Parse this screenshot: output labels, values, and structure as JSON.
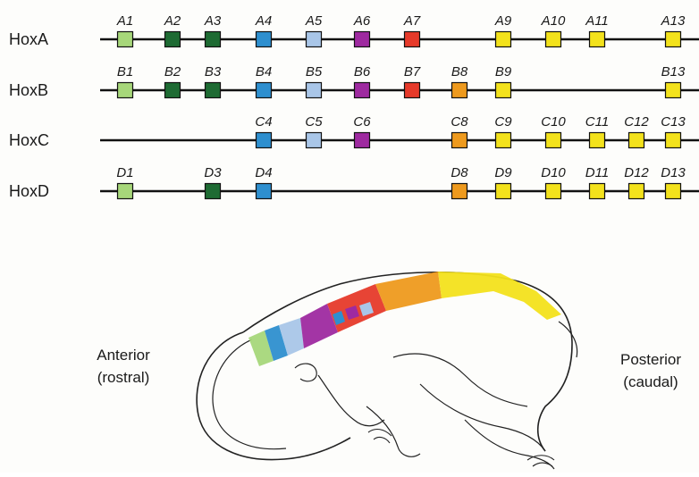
{
  "colors": {
    "labial_light_green": "#a7d77a",
    "dark_green": "#1e6b33",
    "blue": "#2e8fcf",
    "light_blue": "#a9c6e8",
    "purple": "#9e2aa0",
    "red": "#e63a2a",
    "orange": "#ee9a1e",
    "yellow": "#f3e21c"
  },
  "clusters": [
    {
      "label": "HoxA",
      "genes": [
        {
          "name": "A1",
          "color": "labial_light_green"
        },
        {
          "name": "A2",
          "color": "dark_green"
        },
        {
          "name": "A3",
          "color": "dark_green"
        },
        {
          "name": "A4",
          "color": "blue"
        },
        {
          "name": "A5",
          "color": "light_blue"
        },
        {
          "name": "A6",
          "color": "purple"
        },
        {
          "name": "A7",
          "color": "red"
        },
        {
          "name": "A9",
          "color": "yellow"
        },
        {
          "name": "A10",
          "color": "yellow"
        },
        {
          "name": "A11",
          "color": "yellow"
        },
        {
          "name": "A13",
          "color": "yellow"
        }
      ]
    },
    {
      "label": "HoxB",
      "genes": [
        {
          "name": "B1",
          "color": "labial_light_green"
        },
        {
          "name": "B2",
          "color": "dark_green"
        },
        {
          "name": "B3",
          "color": "dark_green"
        },
        {
          "name": "B4",
          "color": "blue"
        },
        {
          "name": "B5",
          "color": "light_blue"
        },
        {
          "name": "B6",
          "color": "purple"
        },
        {
          "name": "B7",
          "color": "red"
        },
        {
          "name": "B8",
          "color": "orange"
        },
        {
          "name": "B9",
          "color": "yellow"
        },
        {
          "name": "B13",
          "color": "yellow"
        }
      ]
    },
    {
      "label": "HoxC",
      "genes": [
        {
          "name": "C4",
          "color": "blue"
        },
        {
          "name": "C5",
          "color": "light_blue"
        },
        {
          "name": "C6",
          "color": "purple"
        },
        {
          "name": "C8",
          "color": "orange"
        },
        {
          "name": "C9",
          "color": "yellow"
        },
        {
          "name": "C10",
          "color": "yellow"
        },
        {
          "name": "C11",
          "color": "yellow"
        },
        {
          "name": "C12",
          "color": "yellow"
        },
        {
          "name": "C13",
          "color": "yellow"
        }
      ]
    },
    {
      "label": "HoxD",
      "genes": [
        {
          "name": "D1",
          "color": "labial_light_green"
        },
        {
          "name": "D3",
          "color": "dark_green"
        },
        {
          "name": "D4",
          "color": "blue"
        },
        {
          "name": "D8",
          "color": "orange"
        },
        {
          "name": "D9",
          "color": "yellow"
        },
        {
          "name": "D10",
          "color": "yellow"
        },
        {
          "name": "D11",
          "color": "yellow"
        },
        {
          "name": "D12",
          "color": "yellow"
        },
        {
          "name": "D13",
          "color": "yellow"
        }
      ]
    }
  ],
  "anterior": {
    "line1": "Anterior",
    "line2": "(rostral)"
  },
  "posterior": {
    "line1": "Posterior",
    "line2": "(caudal)"
  },
  "embryo_band_colors": [
    "labial_light_green",
    "blue",
    "light_blue",
    "purple",
    "red",
    "orange",
    "yellow"
  ]
}
